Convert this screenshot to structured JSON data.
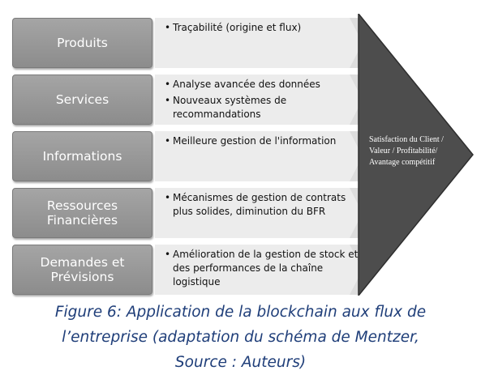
{
  "flows": [
    {
      "label": "Produits",
      "bullets": [
        "Traçabilité (origine et flux)"
      ]
    },
    {
      "label": "Services",
      "bullets": [
        "Analyse avancée des données",
        "Nouveaux systèmes de recommandations"
      ]
    },
    {
      "label": "Informations",
      "bullets": [
        "Meilleure gestion de l'information"
      ]
    },
    {
      "label": "Ressources Financières",
      "bullets": [
        "Mécanismes de gestion de contrats plus solides, diminution du BFR"
      ]
    },
    {
      "label": "Demandes et Prévisions",
      "bullets": [
        "Amélioration de la gestion de stock et des performances de la chaîne logistique"
      ]
    }
  ],
  "result": {
    "lines": [
      "Satisfaction du Client /",
      "Valeur / Profitabilité/",
      "Avantage compétitif"
    ]
  },
  "caption": {
    "lines": [
      "Figure 6: Application de la blockchain aux flux de",
      "l’entreprise (adaptation du schéma de Mentzer,",
      "Source : Auteurs)"
    ]
  },
  "colors": {
    "box": "#999999",
    "arrow": "#ececec",
    "triangle": "#4d4d4d",
    "caption": "#1f3e79"
  }
}
